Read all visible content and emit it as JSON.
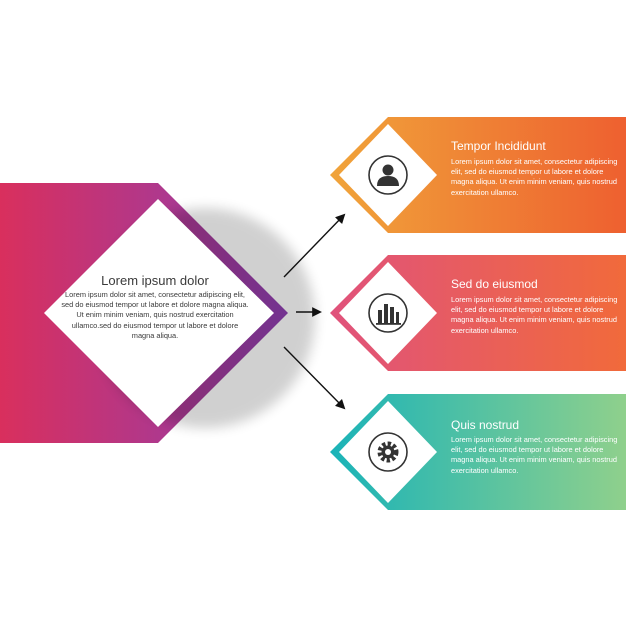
{
  "main": {
    "title": "Lorem ipsum dolor",
    "body": "Lorem ipsum dolor sit amet, consectetur adipiscing elit, sed do eiusmod tempor ut labore et dolore magna aliqua. Ut enim minim veniam, quis nostrud exercitation ullamco.sed do eiusmod tempor ut labore et dolore magna aliqua.",
    "colors": {
      "left": "#d92f5d",
      "right": "#8e3fb2"
    }
  },
  "items": [
    {
      "title": "Tempor Incididunt",
      "body": "Lorem ipsum dolor sit amet, consectetur adipiscing elit, sed do eiusmod tempor ut labore et dolore magna aliqua. Ut enim minim veniam, quis nostrud exercitation ullamco.",
      "icon": "user-icon",
      "colors": {
        "left": "#f0a43a",
        "right": "#ee6030"
      }
    },
    {
      "title": "Sed do eiusmod",
      "body": "Lorem ipsum dolor sit amet, consectetur adipiscing elit, sed do eiusmod tempor ut labore et dolore magna aliqua. Ut enim minim veniam, quis nostrud exercitation ullamco.",
      "icon": "bar-chart-icon",
      "colors": {
        "left": "#e0527c",
        "right": "#f16a3b"
      }
    },
    {
      "title": "Quis nostrud",
      "body": "Lorem ipsum dolor sit amet, consectetur adipiscing elit, sed do eiusmod tempor ut labore et dolore magna aliqua. Ut enim minim veniam, quis nostrud exercitation ullamco.",
      "icon": "gear-icon",
      "colors": {
        "left": "#1ab3b8",
        "right": "#8fd08c"
      }
    }
  ]
}
